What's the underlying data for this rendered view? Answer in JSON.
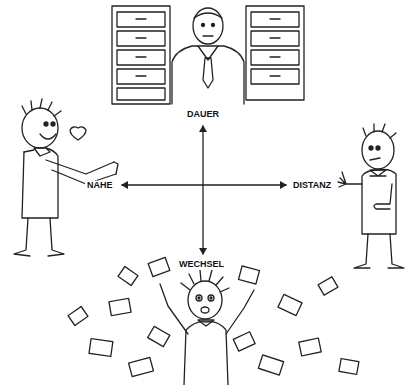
{
  "diagram": {
    "labels": [
      "DAUER",
      "NÄHE",
      "DISTANZ",
      "WECHSEL"
    ]
  }
}
